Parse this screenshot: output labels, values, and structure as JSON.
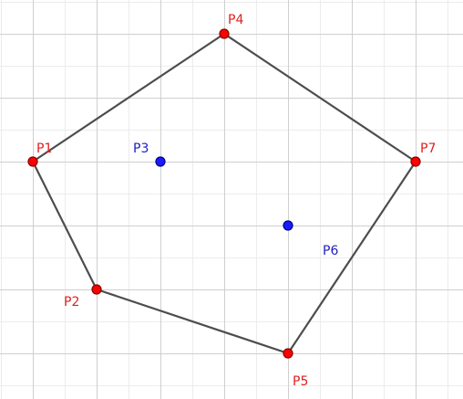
{
  "grid": {
    "minor_color": "#ececec",
    "major_color": "#cfcfcf"
  },
  "style": {
    "edge_color": "#4d4d4d",
    "vertex_fill": "#ff0000",
    "vertex_stroke": "#8b0000",
    "free_point_fill": "#1a1aff",
    "free_point_stroke": "#00008b",
    "vertex_label_color": "#e02020",
    "free_label_color": "#2020c0"
  },
  "points": [
    {
      "id": "p1",
      "label": "P1",
      "role": "vertex"
    },
    {
      "id": "p4",
      "label": "P4",
      "role": "vertex"
    },
    {
      "id": "p7",
      "label": "P7",
      "role": "vertex"
    },
    {
      "id": "p5",
      "label": "P5",
      "role": "vertex"
    },
    {
      "id": "p2",
      "label": "P2",
      "role": "vertex"
    },
    {
      "id": "p3",
      "label": "P3",
      "role": "free"
    },
    {
      "id": "p6",
      "label": "P6",
      "role": "free"
    }
  ],
  "polygon": {
    "vertex_order": [
      "P1",
      "P4",
      "P7",
      "P5",
      "P2"
    ]
  }
}
